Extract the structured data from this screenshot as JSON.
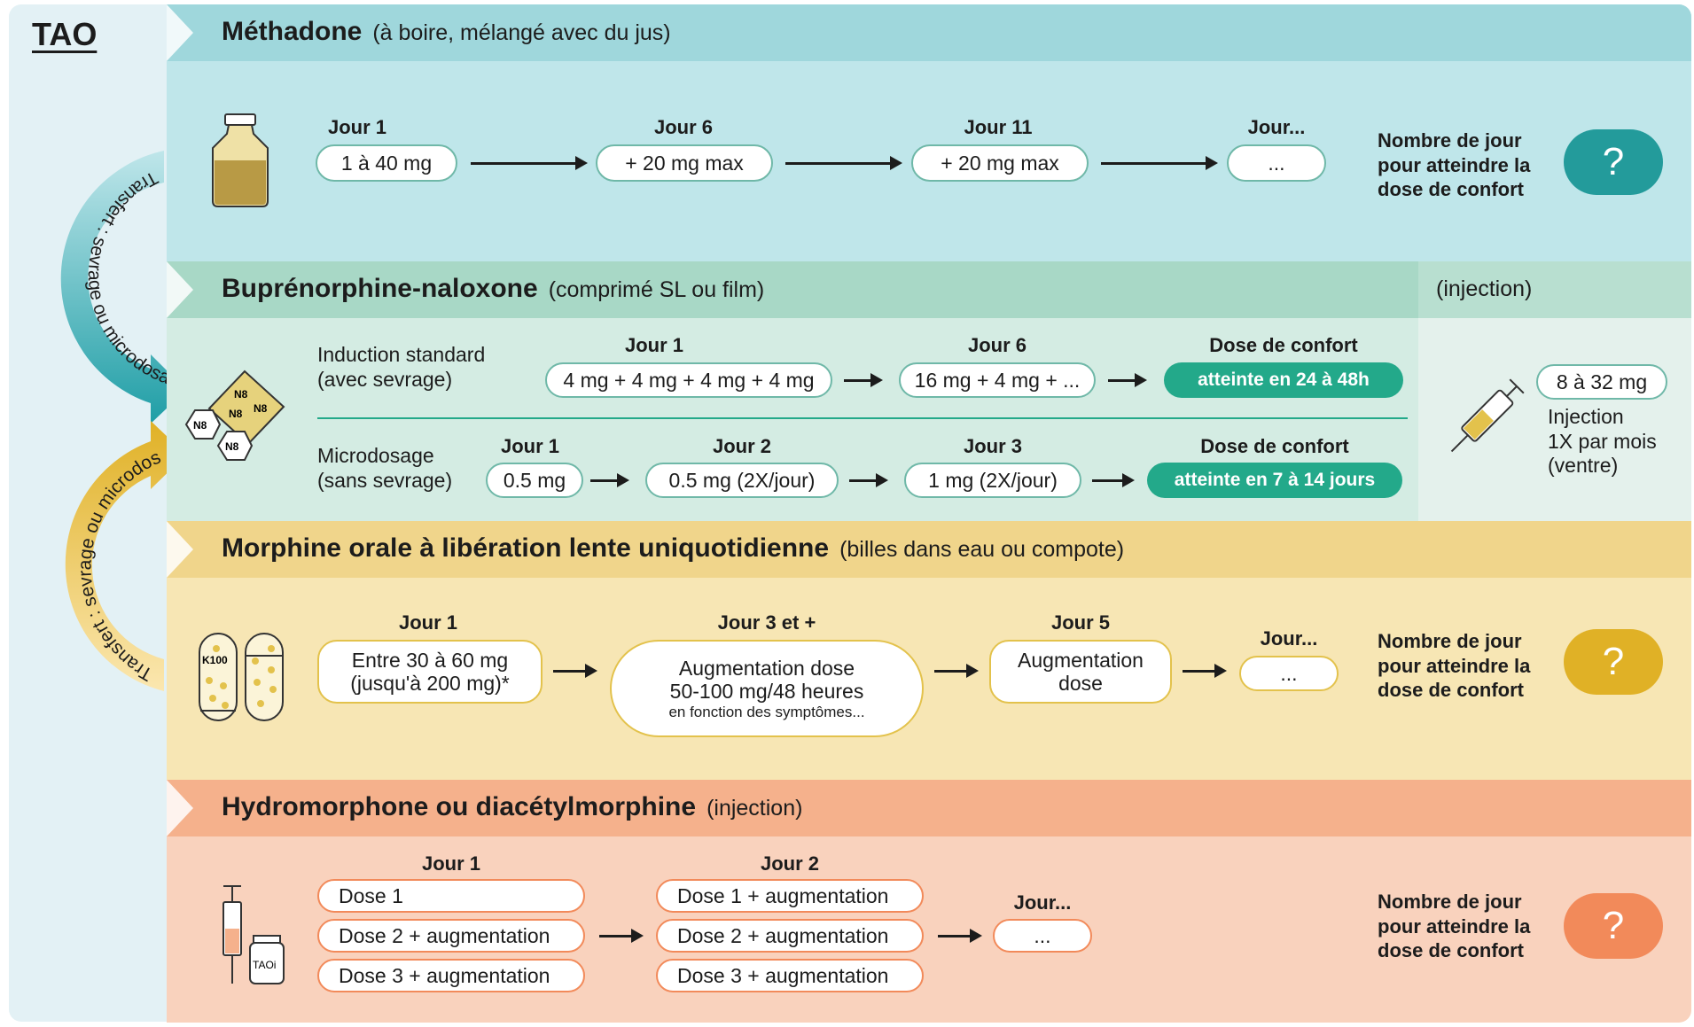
{
  "tao": "TAO",
  "arc_top": "Transfert : sevrage ou microdosage",
  "arc_bottom": "Transfert : sevrage ou microdosage",
  "colors": {
    "teal": "#2aa0a0",
    "green": "#23a98a",
    "gold": "#e3b93a",
    "orange": "#f28a5a"
  },
  "methadone": {
    "title": "Méthadone",
    "subtitle": "(à boire, mélangé avec du jus)",
    "steps": [
      {
        "label": "Jour 1",
        "value": "1 à 40 mg"
      },
      {
        "label": "Jour 6",
        "value": "+ 20 mg max"
      },
      {
        "label": "Jour 11",
        "value": "+ 20 mg max"
      },
      {
        "label": "Jour...",
        "value": "..."
      }
    ],
    "question": [
      "Nombre de jour",
      "pour atteindre la",
      "dose de confort"
    ],
    "q": "?"
  },
  "bup": {
    "title": "Buprénorphine-naloxone",
    "subtitle": "(comprimé SL ou film)",
    "injection_title": "(injection)",
    "tablet_text": "N8",
    "standard": {
      "label": [
        "Induction standard",
        "(avec sevrage)"
      ],
      "steps": [
        {
          "label": "Jour 1",
          "value": "4 mg + 4 mg + 4 mg + 4 mg"
        },
        {
          "label": "Jour 6",
          "value": "16 mg + 4 mg + ..."
        }
      ],
      "confort_label": "Dose de confort",
      "confort_value": "atteinte en 24 à 48h"
    },
    "micro": {
      "label": [
        "Microdosage",
        "(sans sevrage)"
      ],
      "steps": [
        {
          "label": "Jour 1",
          "value": "0.5 mg"
        },
        {
          "label": "Jour 2",
          "value": "0.5 mg (2X/jour)"
        },
        {
          "label": "Jour 3",
          "value": "1 mg (2X/jour)"
        }
      ],
      "confort_label": "Dose de confort",
      "confort_value": "atteinte en 7 à 14 jours"
    },
    "inj_dose": "8 à 32 mg",
    "inj_text": [
      "Injection",
      "1X par mois",
      "(ventre)"
    ]
  },
  "morphine": {
    "title": "Morphine orale à libération lente uniquotidienne",
    "subtitle": "(billes dans eau ou compote)",
    "capsule_text": "K100",
    "steps": [
      {
        "label": "Jour 1",
        "value": [
          "Entre 30 à 60 mg",
          "(jusqu'à 200 mg)*"
        ]
      },
      {
        "label": "Jour 3 et +",
        "value": [
          "Augmentation dose",
          "50-100 mg/48 heures",
          "en fonction des symptômes..."
        ]
      },
      {
        "label": "Jour 5",
        "value": [
          "Augmentation",
          "dose"
        ]
      },
      {
        "label": "Jour...",
        "value": [
          "..."
        ]
      }
    ],
    "question": [
      "Nombre de jour",
      "pour atteindre la",
      "dose de confort"
    ],
    "q": "?"
  },
  "hydro": {
    "title": "Hydromorphone ou diacétylmorphine",
    "subtitle": "(injection)",
    "vial_text": "TAOi",
    "day1": {
      "label": "Jour 1",
      "values": [
        "Dose 1",
        "Dose 2 + augmentation",
        "Dose 3 + augmentation"
      ]
    },
    "day2": {
      "label": "Jour 2",
      "values": [
        "Dose 1 + augmentation",
        "Dose 2 + augmentation",
        "Dose 3 + augmentation"
      ]
    },
    "dayn": {
      "label": "Jour...",
      "value": "..."
    },
    "question": [
      "Nombre de jour",
      "pour atteindre la",
      "dose de confort"
    ],
    "q": "?"
  }
}
